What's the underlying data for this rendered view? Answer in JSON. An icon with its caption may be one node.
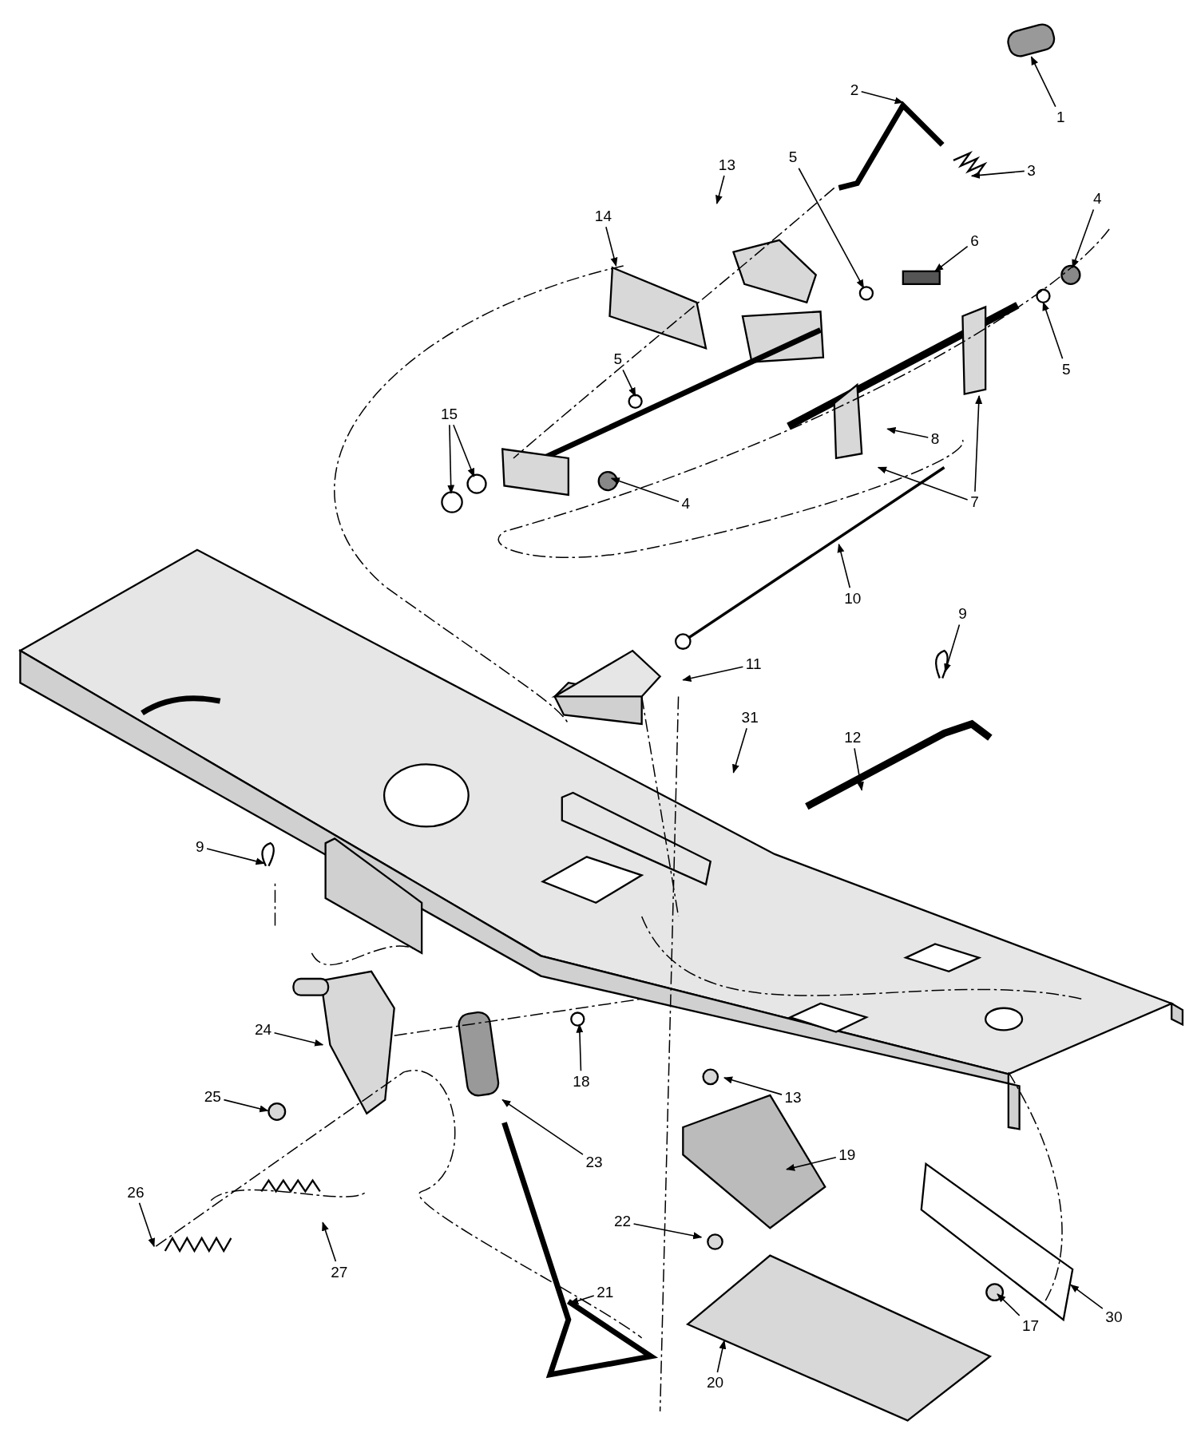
{
  "diagram": {
    "nodes": [
      {
        "text": [
          "1"
        ]
      },
      {
        "text": [
          "2"
        ]
      },
      {
        "text": [
          "3"
        ]
      },
      {
        "text": [
          "13"
        ]
      },
      {
        "text": [
          "5"
        ]
      },
      {
        "text": [
          "14"
        ]
      },
      {
        "text": [
          "4"
        ]
      },
      {
        "text": [
          "6"
        ]
      },
      {
        "text": [
          "5"
        ]
      },
      {
        "text": [
          "5"
        ]
      },
      {
        "text": [
          "15"
        ]
      },
      {
        "text": [
          "8"
        ]
      },
      {
        "text": [
          "4"
        ]
      },
      {
        "text": [
          "7"
        ]
      },
      {
        "text": [
          "10"
        ]
      },
      {
        "text": [
          "9"
        ]
      },
      {
        "text": [
          "11"
        ]
      },
      {
        "text": [
          "31"
        ]
      },
      {
        "text": [
          "12"
        ]
      },
      {
        "text": [
          "9"
        ]
      },
      {
        "text": [
          "24"
        ]
      },
      {
        "text": [
          "18"
        ]
      },
      {
        "text": [
          "25"
        ]
      },
      {
        "text": [
          "13"
        ]
      },
      {
        "text": [
          "19"
        ]
      },
      {
        "text": [
          "23"
        ]
      },
      {
        "text": [
          "26"
        ]
      },
      {
        "text": [
          "22"
        ]
      },
      {
        "text": [
          "27"
        ]
      },
      {
        "text": [
          "21"
        ]
      },
      {
        "text": [
          "30"
        ]
      },
      {
        "text": [
          "17"
        ]
      },
      {
        "text": [
          "20"
        ]
      }
    ],
    "edges": [
      {
        "from": 0,
        "to": null,
        "arrow": "to"
      },
      {
        "from": 1,
        "to": null,
        "arrow": "to"
      },
      {
        "from": 2,
        "to": null,
        "arrow": "to"
      },
      {
        "from": 3,
        "to": null,
        "arrow": "to"
      },
      {
        "from": 4,
        "to": null,
        "arrow": "to"
      },
      {
        "from": 5,
        "to": null,
        "arrow": "to"
      },
      {
        "from": 6,
        "to": null,
        "arrow": "to"
      },
      {
        "from": 7,
        "to": null,
        "arrow": "to"
      },
      {
        "from": 8,
        "to": null,
        "arrow": "to"
      },
      {
        "from": 9,
        "to": null,
        "arrow": "to"
      },
      {
        "from": 10,
        "to": null,
        "arrow": "to"
      },
      {
        "from": 10,
        "to": null,
        "arrow": "to"
      },
      {
        "from": 11,
        "to": null,
        "arrow": "to"
      },
      {
        "from": 12,
        "to": null,
        "arrow": "to"
      },
      {
        "from": 13,
        "to": null,
        "arrow": "to"
      },
      {
        "from": 13,
        "to": null,
        "arrow": "to"
      },
      {
        "from": 14,
        "to": null,
        "arrow": "to"
      },
      {
        "from": 15,
        "to": null,
        "arrow": "to"
      },
      {
        "from": 16,
        "to": null,
        "arrow": "to"
      },
      {
        "from": 17,
        "to": null,
        "arrow": "to"
      },
      {
        "from": 18,
        "to": null,
        "arrow": "to"
      },
      {
        "from": 19,
        "to": null,
        "arrow": "to"
      },
      {
        "from": 20,
        "to": null,
        "arrow": "to"
      },
      {
        "from": 21,
        "to": null,
        "arrow": "to"
      },
      {
        "from": 22,
        "to": null,
        "arrow": "to"
      },
      {
        "from": 23,
        "to": null,
        "arrow": "to"
      },
      {
        "from": 24,
        "to": null,
        "arrow": "to"
      },
      {
        "from": 25,
        "to": null,
        "arrow": "to"
      },
      {
        "from": 26,
        "to": null,
        "arrow": "to"
      },
      {
        "from": 27,
        "to": null,
        "arrow": "to"
      },
      {
        "from": 28,
        "to": null,
        "arrow": "to"
      },
      {
        "from": 29,
        "to": null,
        "arrow": "to"
      },
      {
        "from": 30,
        "to": null,
        "arrow": "to"
      },
      {
        "from": 31,
        "to": null,
        "arrow": "to"
      },
      {
        "from": 32,
        "to": null,
        "arrow": "to"
      }
    ]
  }
}
